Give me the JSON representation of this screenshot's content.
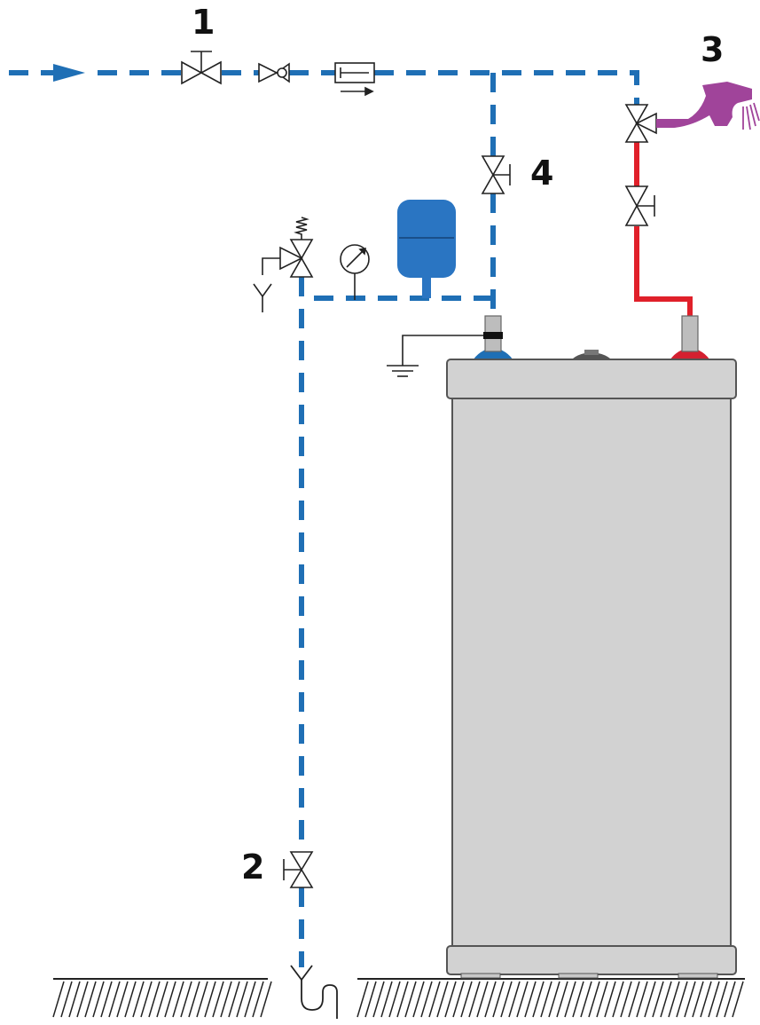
{
  "labels": {
    "one": "1",
    "two": "2",
    "three": "3",
    "four": "4"
  },
  "colors": {
    "cold_pipe": "#1f6fb5",
    "hot_pipe": "#e0202a",
    "faucet": "#a0449a",
    "tank_body": "#d2d2d2",
    "tank_outline": "#555555",
    "expansion_vessel": "#2a75c2",
    "inlet_cap": "#1f6fb5",
    "outlet_cap": "#d42030"
  },
  "icons": {
    "valve": "gate-valve-icon",
    "check_valve": "check-valve-icon",
    "filter": "filter-icon",
    "pressure_gauge": "pressure-gauge-icon",
    "safety_valve": "safety-valve-icon",
    "faucet": "faucet-icon",
    "ground": "ground-symbol-icon",
    "drain": "drain-siphon-icon"
  }
}
